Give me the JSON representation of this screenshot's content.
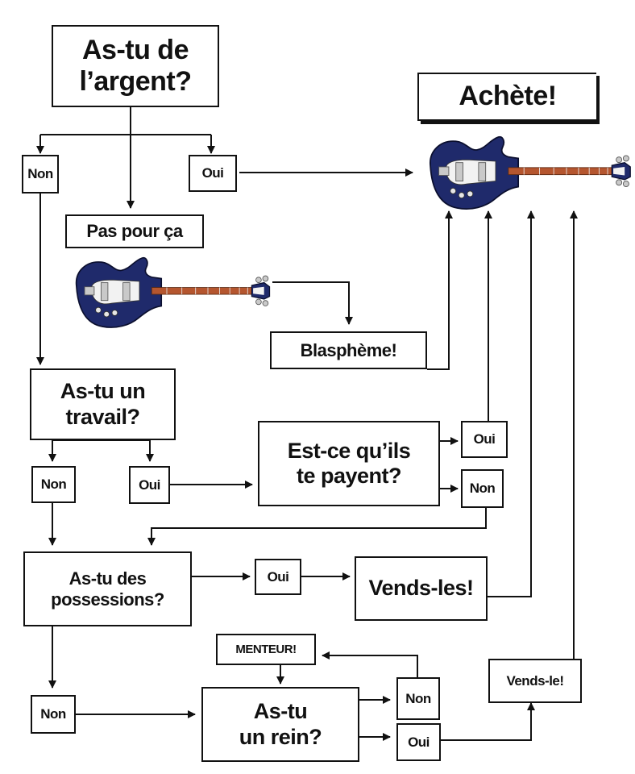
{
  "nodes": {
    "q_money": "As-tu de\nl’argent?",
    "buy": "Achète!",
    "money_no": "Non",
    "money_yes": "Oui",
    "not_for_that": "Pas pour ça",
    "blasphemy": "Blasphème!",
    "q_job": "As-tu un\ntravail?",
    "job_no": "Non",
    "job_yes": "Oui",
    "q_paid": "Est-ce qu’ils\nte payent?",
    "paid_yes": "Oui",
    "paid_no": "Non",
    "q_possessions": "As-tu des\npossessions?",
    "poss_yes": "Oui",
    "sell_them": "Vends-les!",
    "poss_no": "Non",
    "liar": "MENTEUR!",
    "q_kidney": "As-tu\nun rein?",
    "kidney_no": "Non",
    "kidney_yes": "Oui",
    "sell_it": "Vends-le!"
  },
  "colors": {
    "guitar_body": "#1f2a6b",
    "pickguard": "#f2f2f2",
    "neck": "#b5562f",
    "hardware": "#c9c9c9",
    "ink": "#111111"
  },
  "icons": {
    "guitar": "bass-guitar-icon"
  }
}
